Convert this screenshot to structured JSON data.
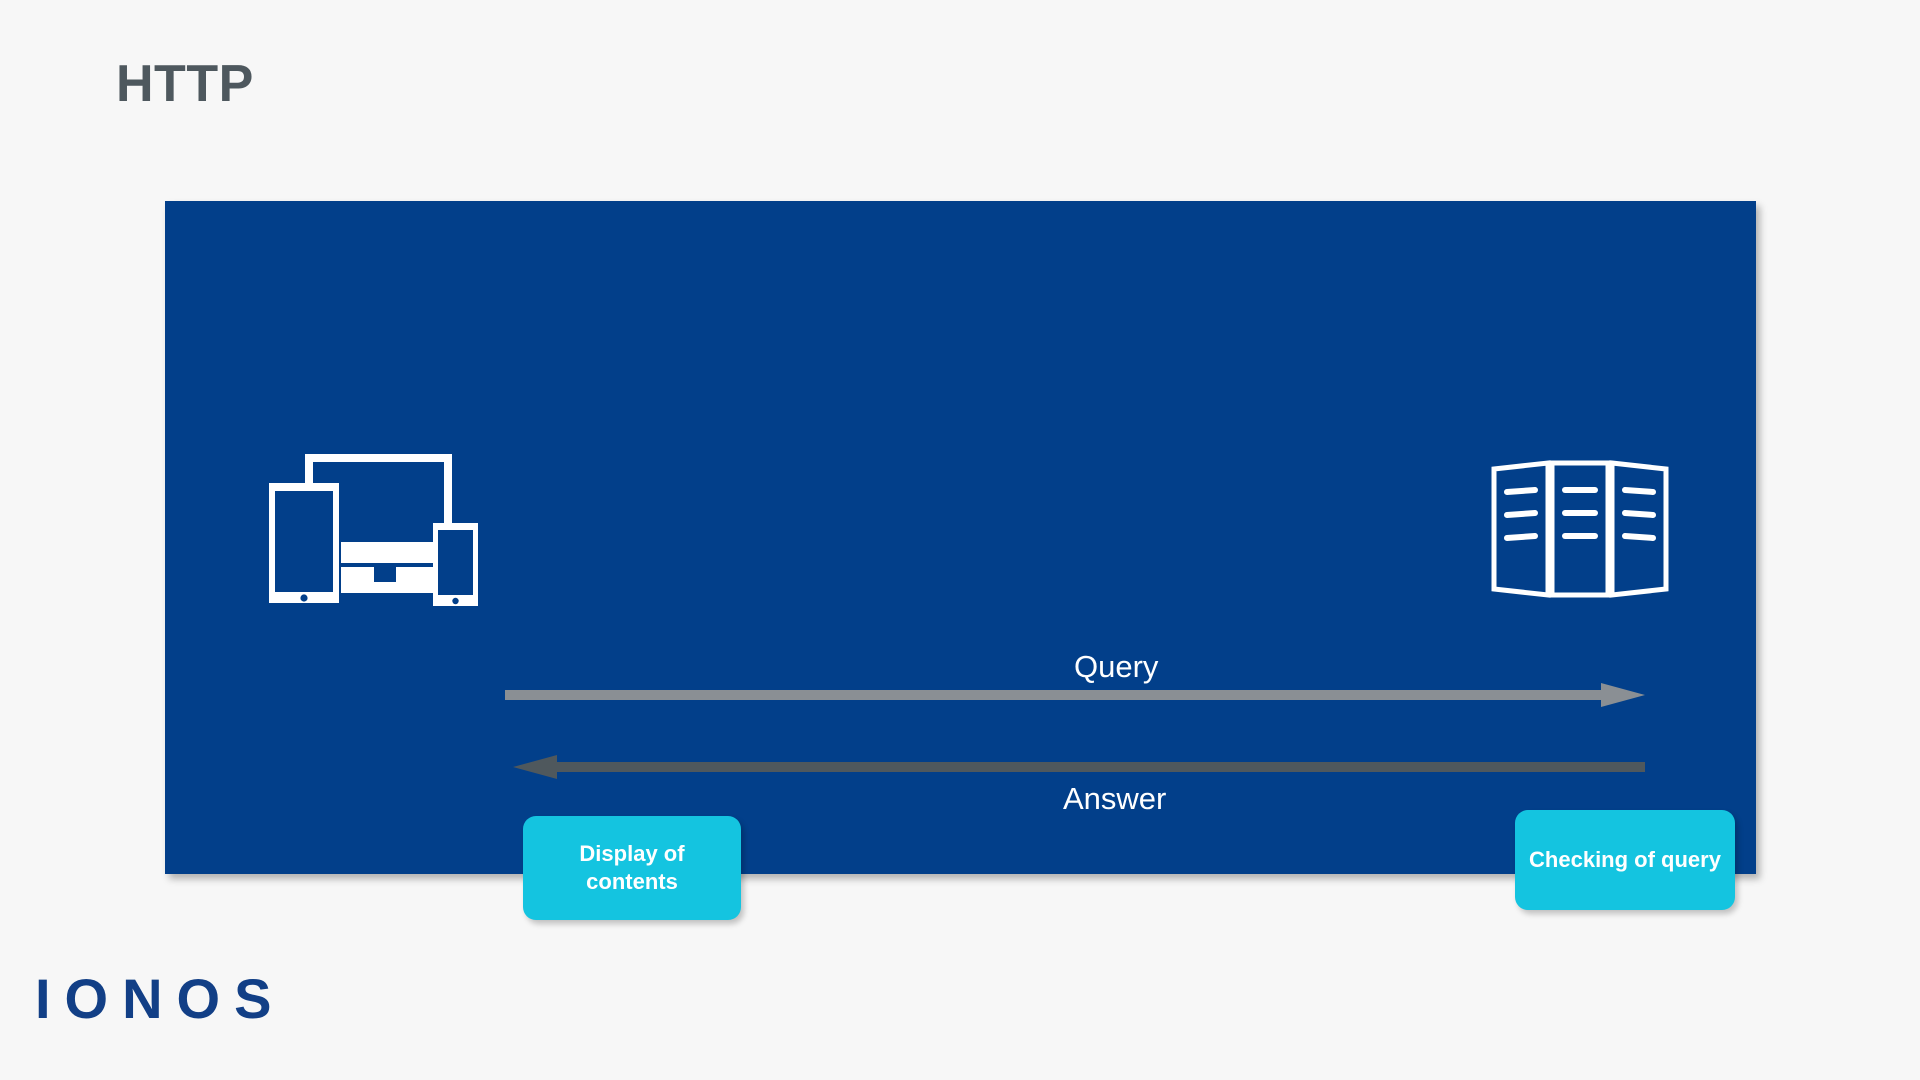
{
  "page": {
    "title": "HTTP",
    "background_color": "#f7f7f7"
  },
  "diagram": {
    "panel_color": "#023f8a",
    "accent_color": "#14c4e0",
    "title_color": "#4e585e",
    "brand_color": "#123f86",
    "client": {
      "icon": "devices-icon",
      "callout": "Display of contents"
    },
    "server": {
      "icon": "server-rack-icon",
      "callout": "Checking of query"
    },
    "arrows": [
      {
        "name": "query-arrow",
        "label": "Query",
        "direction": "right",
        "color": "#8a8f94",
        "from": "client",
        "to": "server"
      },
      {
        "name": "answer-arrow",
        "label": "Answer",
        "direction": "left",
        "color": "#4f585d",
        "from": "server",
        "to": "client"
      }
    ]
  },
  "brand": {
    "name": "IONOS"
  }
}
